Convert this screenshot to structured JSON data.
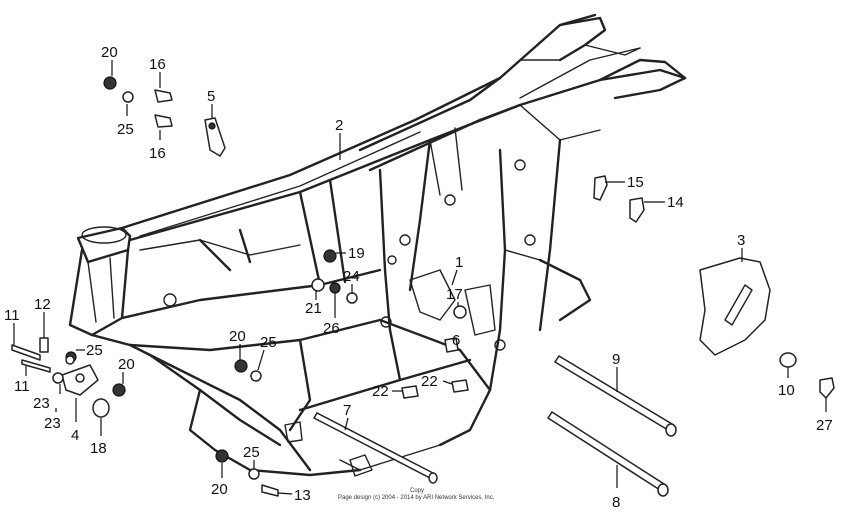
{
  "diagram": {
    "callouts": [
      {
        "id": "c20a",
        "label": "20"
      },
      {
        "id": "c16a",
        "label": "16"
      },
      {
        "id": "c25a",
        "label": "25"
      },
      {
        "id": "c16b",
        "label": "16"
      },
      {
        "id": "c5",
        "label": "5"
      },
      {
        "id": "c2",
        "label": "2"
      },
      {
        "id": "c15",
        "label": "15"
      },
      {
        "id": "c14",
        "label": "14"
      },
      {
        "id": "c3",
        "label": "3"
      },
      {
        "id": "c19",
        "label": "19"
      },
      {
        "id": "c24",
        "label": "24"
      },
      {
        "id": "c21",
        "label": "21"
      },
      {
        "id": "c26",
        "label": "26"
      },
      {
        "id": "c1",
        "label": "1"
      },
      {
        "id": "c17",
        "label": "17"
      },
      {
        "id": "c6",
        "label": "6"
      },
      {
        "id": "c12",
        "label": "12"
      },
      {
        "id": "c11a",
        "label": "11"
      },
      {
        "id": "c11b",
        "label": "11"
      },
      {
        "id": "c25b",
        "label": "25"
      },
      {
        "id": "c20b",
        "label": "20"
      },
      {
        "id": "c25c",
        "label": "25"
      },
      {
        "id": "c20c",
        "label": "20"
      },
      {
        "id": "c23a",
        "label": "23"
      },
      {
        "id": "c23b",
        "label": "23"
      },
      {
        "id": "c4",
        "label": "4"
      },
      {
        "id": "c18",
        "label": "18"
      },
      {
        "id": "c22a",
        "label": "22"
      },
      {
        "id": "c22b",
        "label": "22"
      },
      {
        "id": "c9",
        "label": "9"
      },
      {
        "id": "c10",
        "label": "10"
      },
      {
        "id": "c27",
        "label": "27"
      },
      {
        "id": "c7",
        "label": "7"
      },
      {
        "id": "c25d",
        "label": "25"
      },
      {
        "id": "c20d",
        "label": "20"
      },
      {
        "id": "c13",
        "label": "13"
      },
      {
        "id": "c8",
        "label": "8"
      }
    ],
    "copyright_line1": "Copy",
    "copyright_line2": "Page design (c) 2004 - 2014 by ARI Network Services, Inc."
  }
}
